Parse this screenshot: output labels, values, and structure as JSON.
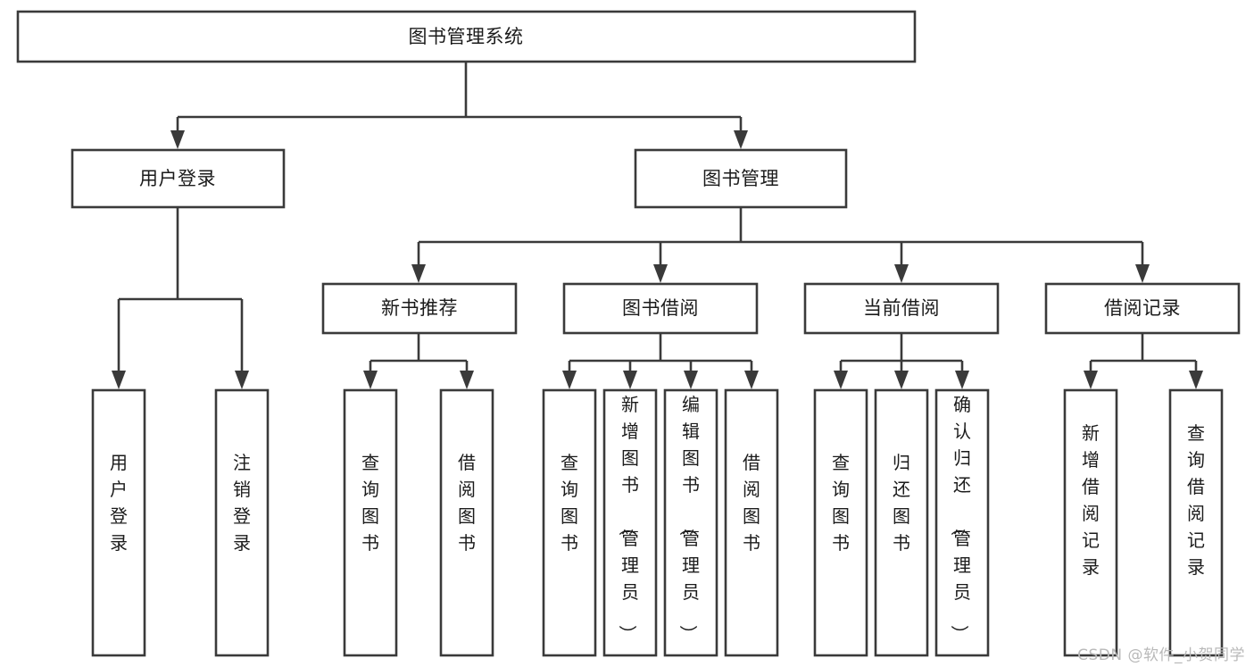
{
  "diagram": {
    "type": "tree",
    "title": "图书管理系统",
    "orientation": "top-down",
    "colors": {
      "box_stroke": "#3a3a3a",
      "box_fill": "#ffffff",
      "connector": "#3a3a3a",
      "text": "#1b1b1b",
      "watermark": "#b9b9b9",
      "background": "#ffffff"
    },
    "watermark": "CSDN @软件_小贺同学",
    "nodes": {
      "root": {
        "label": "图书管理系统"
      },
      "level2": [
        {
          "id": "user-login",
          "label": "用户登录"
        },
        {
          "id": "book-management",
          "label": "图书管理"
        }
      ],
      "level3": [
        {
          "id": "new-book-recommend",
          "label": "新书推荐"
        },
        {
          "id": "book-borrow",
          "label": "图书借阅"
        },
        {
          "id": "current-borrow",
          "label": "当前借阅"
        },
        {
          "id": "borrow-record",
          "label": "借阅记录"
        }
      ],
      "leaves": {
        "user_login": [
          {
            "id": "leaf-user-login",
            "label": "用户登录"
          },
          {
            "id": "leaf-logout-login",
            "label": "注销登录"
          }
        ],
        "new_book_recommend": [
          {
            "id": "leaf-query-book-1",
            "label": "查询图书"
          },
          {
            "id": "leaf-borrow-book-1",
            "label": "借阅图书"
          }
        ],
        "book_borrow": [
          {
            "id": "leaf-query-book-2",
            "label": "查询图书"
          },
          {
            "id": "leaf-add-book",
            "label": "新增图书（管理员）"
          },
          {
            "id": "leaf-edit-book",
            "label": "编辑图书（管理员）"
          },
          {
            "id": "leaf-borrow-book-2",
            "label": "借阅图书"
          }
        ],
        "current_borrow": [
          {
            "id": "leaf-query-book-3",
            "label": "查询图书"
          },
          {
            "id": "leaf-return-book",
            "label": "归还图书"
          },
          {
            "id": "leaf-confirm-return",
            "label": "确认归还（管理员）"
          }
        ],
        "borrow_record": [
          {
            "id": "leaf-add-borrow-record",
            "label": "新增借阅记录"
          },
          {
            "id": "leaf-query-borrow-record",
            "label": "查询借阅记录"
          }
        ]
      }
    }
  }
}
